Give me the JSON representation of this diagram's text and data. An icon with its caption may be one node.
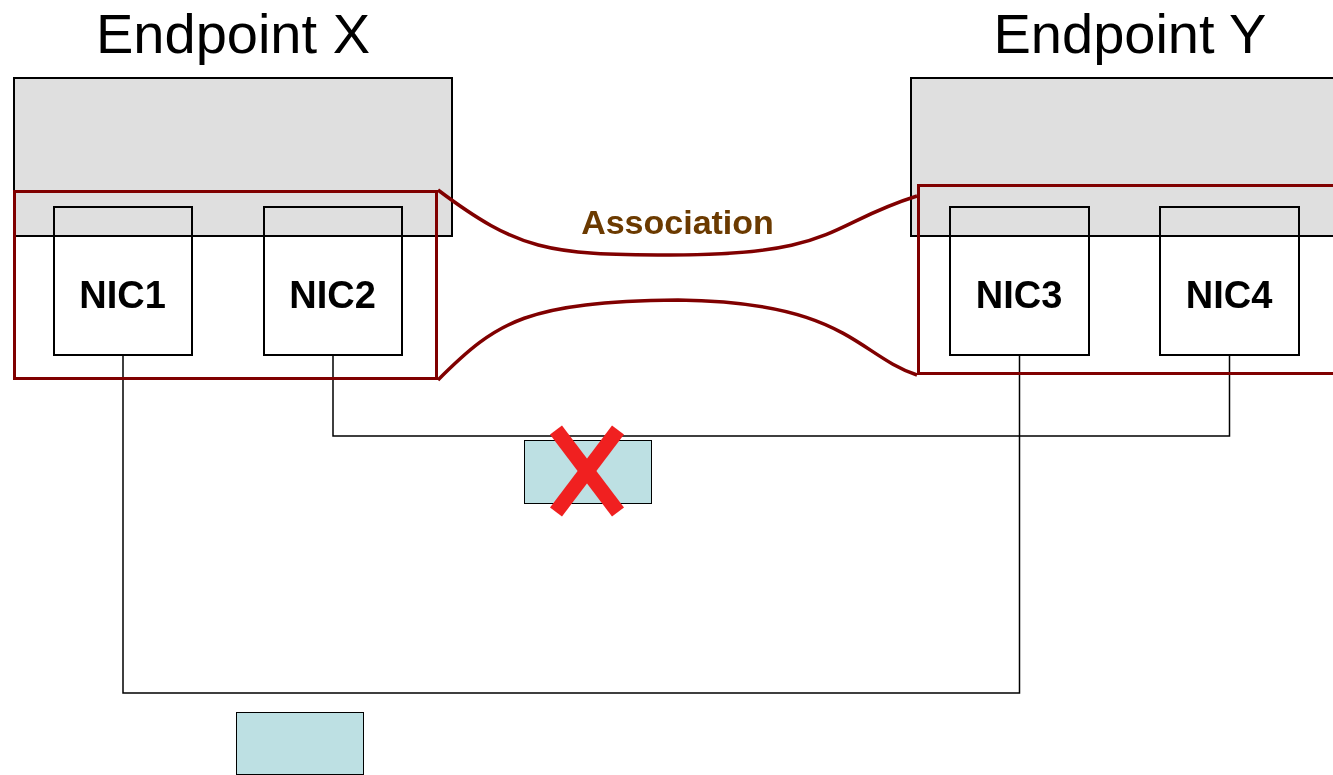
{
  "diagram": {
    "nodes": [
      {
        "text": [
          "Endpoint X"
        ]
      },
      {
        "text": [],
        "shape": "box"
      },
      {
        "text": [
          "NIC1"
        ],
        "in": 1
      },
      {
        "text": [
          "NIC2"
        ],
        "in": 1
      },
      {
        "text": [
          "Endpoint Y"
        ]
      },
      {
        "text": [],
        "shape": "box"
      },
      {
        "text": [
          "NIC3"
        ],
        "in": 5
      },
      {
        "text": [
          "NIC4"
        ],
        "in": 5
      },
      {
        "text": [],
        "shape": "box"
      },
      {
        "text": [],
        "shape": "box"
      }
    ],
    "edges": [
      {
        "from": 1,
        "to": 5,
        "arrow": "none",
        "label": "Association",
        "style": "thick",
        "color": "#800000"
      },
      {
        "from": 1,
        "to": 5,
        "arrow": "none",
        "style": "thick",
        "color": "#800000"
      },
      {
        "from": 3,
        "to": 7,
        "arrow": "none",
        "color": "#000000"
      },
      {
        "from": 2,
        "to": 6,
        "arrow": "none",
        "color": "#000000"
      }
    ]
  }
}
